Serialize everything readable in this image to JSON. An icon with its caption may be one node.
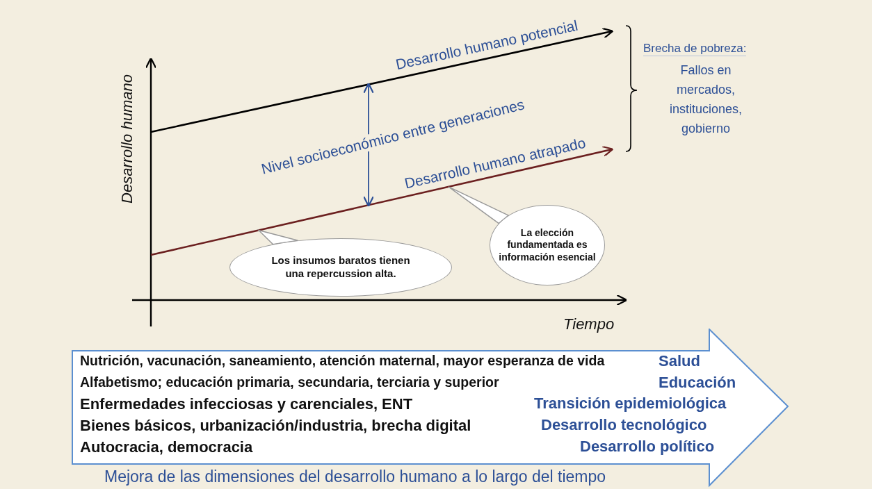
{
  "diagram": {
    "nodes": [
      {
        "text": [
          "Desarrollo humano potencial"
        ]
      },
      {
        "text": [
          "Desarrollo humano atrapado"
        ]
      },
      {
        "text": [
          "Los insumos baratos tienen una repercussion alta."
        ]
      },
      {
        "text": [
          "La elección fundamentada es información esencial"
        ]
      },
      {
        "text": [
          "Nutrición, vacunación, saneamiento, atención maternal, mayor esperanza de vida",
          "Salud",
          "Alfabetismo; educación primaria, secundaria, terciaria y superior",
          "Educación",
          "Enfermedades infecciosas y carenciales, ENT",
          "Transición epidemiológica",
          "Bienes básicos, urbanización/industria, brecha digital",
          "Desarrollo tecnológico",
          "Autocracia, democracia",
          "Desarrollo político",
          "Mejora de las dimensiones del desarrollo humano a lo largo del tiempo"
        ]
      }
    ],
    "edges": [
      {
        "from": 0,
        "to": 1,
        "arrow": "both",
        "label": "Nivel socioeconómico entre generaciones"
      },
      {
        "from": 2,
        "to": 1,
        "arrow": "none"
      },
      {
        "from": 3,
        "to": 1,
        "arrow": "none"
      }
    ],
    "labels": [
      "Brecha de pobreza:",
      "Fallos en mercados, instituciones, gobierno",
      "Desarrollo humano",
      "Tiempo"
    ]
  }
}
